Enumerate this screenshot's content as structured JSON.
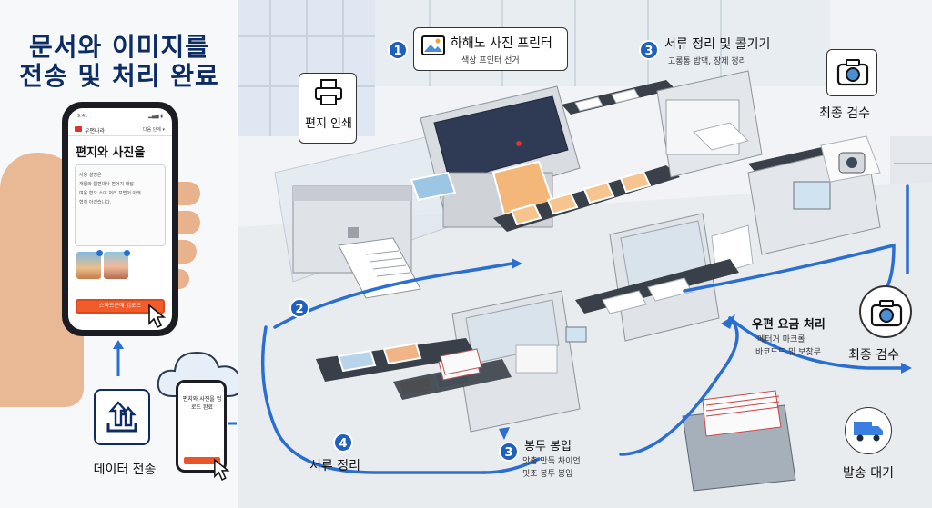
{
  "title": {
    "line1": "문서와 이미지를",
    "line2": "전송 및 처리 완료"
  },
  "phone": {
    "time": "9:41",
    "app_name": "우편나라",
    "nav": "다음 단계 ▾",
    "heading": "편지와 사진을",
    "body_lines": [
      "사용 설명은",
      "재입와 웹편대사 편어지 대답",
      "여용 형으 소야 처리 포법어 아래",
      "형어 아겠습니다."
    ],
    "upload_button": "스마트폰에 업로드"
  },
  "left_bottom": {
    "data_send_label": "데이터 전송",
    "mini_phone_caption": "편지와 사진을 업로드 완료"
  },
  "factory": {
    "step1": {
      "number": "1",
      "title": "하해노 사진 프린터",
      "subtitle": "색상 프인터 선거"
    },
    "step3_top": {
      "number": "3",
      "title": "서류 정리 및 콜기기",
      "subtitle": "고롱통 밥맥, 장제 정리"
    },
    "letter_print": "편지 인쇄",
    "final_inspection_top": "최종 검수",
    "step2": {
      "number": "2"
    },
    "postage": {
      "title": "우편 요금 처리",
      "line1": "메터거 마크롤",
      "line2": "바코드드 및 보찾무"
    },
    "final_inspection_bottom": "최종 검수",
    "step4": {
      "number": "4",
      "title": "서류 정리"
    },
    "step3_bottom": {
      "number": "3",
      "title": "봉투 봉입",
      "line1": "앗춤 만득 차이언",
      "line2": "밋조 봉투 봉입"
    },
    "dispatch": "발송 대기"
  },
  "colors": {
    "title_navy": "#0c2c63",
    "step_blue": "#1f5fbf",
    "flow_blue": "#2a6ed1",
    "upload_orange": "#f25c2b",
    "truck_blue": "#3a7ee0"
  },
  "icons": [
    "upload-tray-icon",
    "cloud-icon",
    "printer-icon",
    "camera-icon",
    "photo-icon",
    "truck-icon",
    "cursor-icon"
  ]
}
